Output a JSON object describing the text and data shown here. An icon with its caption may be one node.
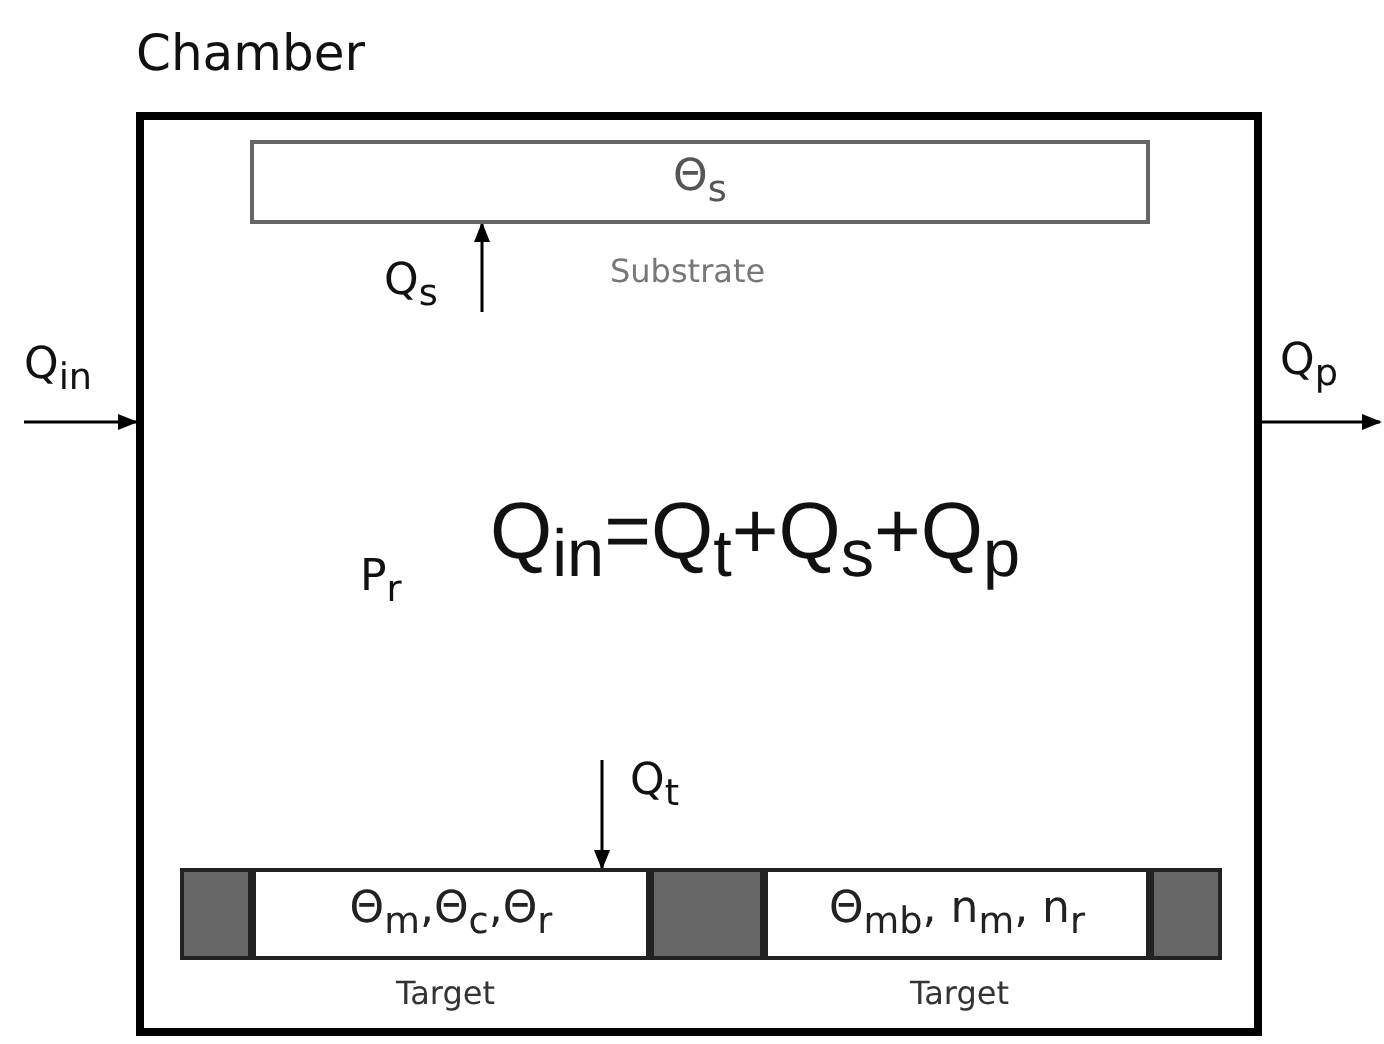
{
  "diagram": {
    "nodes": [
      {
        "text": [
          "Chamber"
        ]
      },
      {
        "text": [
          "Θ$_{s}$"
        ],
        "beside": [
          "Substrate"
        ],
        "in": 0
      },
      {
        "text": [],
        "shape": "box",
        "in": 0
      },
      {
        "text": [
          "Θ$_{m}$,Θ$_{c}$,Θ$_{r}$"
        ],
        "beside": [
          "Target"
        ],
        "in": 0
      },
      {
        "text": [],
        "shape": "box",
        "in": 0
      },
      {
        "text": [
          "Θ$_{mb}$, n$_{m}$, n$_{r}$"
        ],
        "beside": [
          "Target"
        ],
        "in": 0
      },
      {
        "text": [],
        "shape": "box",
        "in": 0
      }
    ],
    "edges": [
      {
        "from": null,
        "to": 0,
        "arrow": "to",
        "label": "Q$_{in}$"
      },
      {
        "from": 0,
        "to": null,
        "arrow": "to",
        "label": "Q$_{p}$"
      },
      {
        "from": null,
        "to": 1,
        "arrow": "to",
        "label": "Q$_{s}$"
      },
      {
        "from": null,
        "to": 3,
        "arrow": "to",
        "label": "Q$_{t}$"
      }
    ],
    "labels": [
      "P$_{r}$",
      "Q$_{in}$=Q$_{t}$+Q$_{s}$+Q$_{p}$"
    ]
  }
}
